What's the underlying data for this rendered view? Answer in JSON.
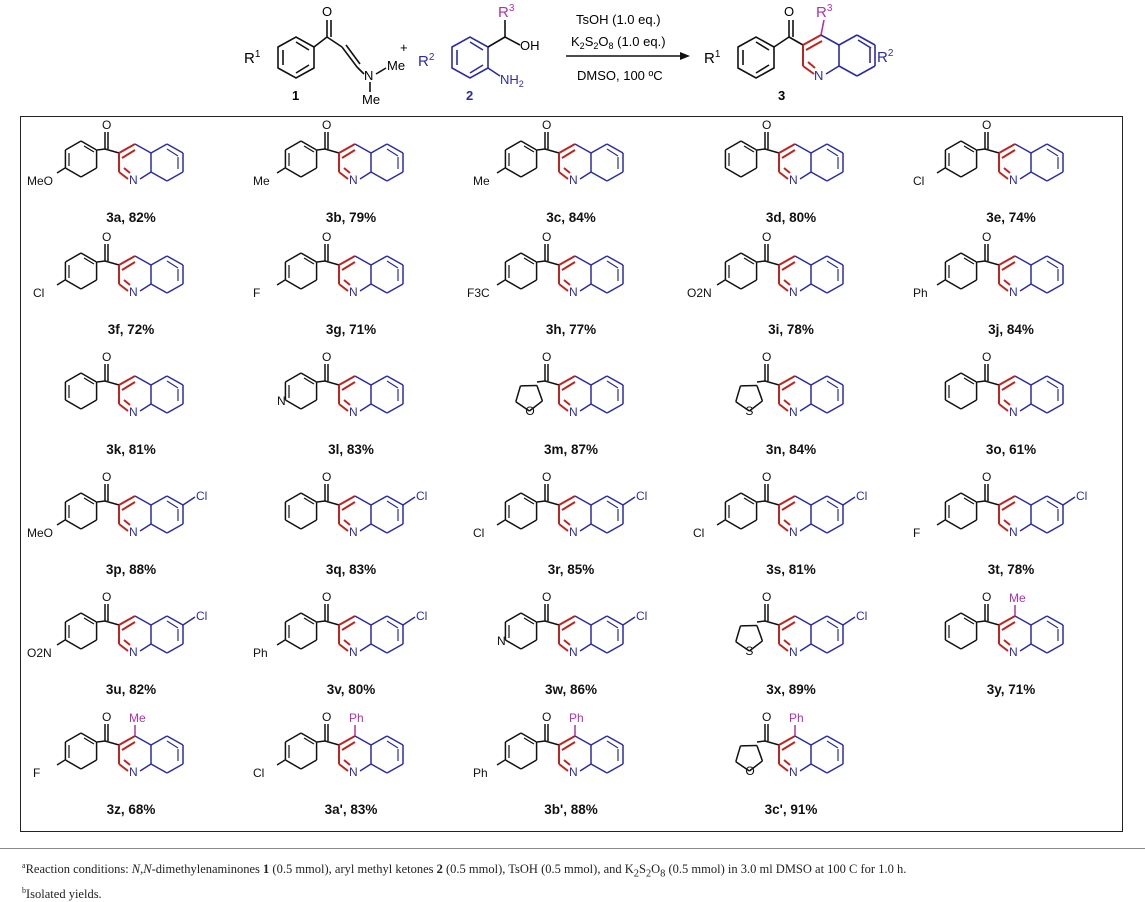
{
  "scheme": {
    "reagent1": "TsOH (1.0 eq.)",
    "reagent2_html": "K<sub>2</sub>S<sub>2</sub>O<sub>8</sub> (1.0 eq.)",
    "conditions": "DMSO, 100 ºC",
    "label1": "1",
    "label2": "2",
    "label3": "3",
    "plus": "+"
  },
  "colors": {
    "red": "#c0241f",
    "blue": "#2b2ba8",
    "magenta": "#b030b0",
    "black": "#111111"
  },
  "compounds": [
    {
      "id": "3a",
      "yield": ", 82%",
      "sub": "MeO"
    },
    {
      "id": "3b",
      "yield": ", 79%",
      "sub": "Me"
    },
    {
      "id": "3c",
      "yield": ", 84%",
      "sub": "Me"
    },
    {
      "id": "3d",
      "yield": ", 80%",
      "sub": ""
    },
    {
      "id": "3e",
      "yield": ", 74%",
      "sub": "Cl"
    },
    {
      "id": "3f",
      "yield": ", 72%",
      "sub": "Cl"
    },
    {
      "id": "3g",
      "yield": ", 71%",
      "sub": "F"
    },
    {
      "id": "3h",
      "yield": ", 77%",
      "sub": "F3C"
    },
    {
      "id": "3i",
      "yield": ", 78%",
      "sub": "O2N"
    },
    {
      "id": "3j",
      "yield": ", 84%",
      "sub": "Ph"
    },
    {
      "id": "3k",
      "yield": ", 81%",
      "sub": ""
    },
    {
      "id": "3l",
      "yield": ", 83%",
      "sub": "N"
    },
    {
      "id": "3m",
      "yield": ", 87%",
      "sub": "O"
    },
    {
      "id": "3n",
      "yield": ", 84%",
      "sub": "S"
    },
    {
      "id": "3o",
      "yield": ", 61%",
      "sub": ""
    },
    {
      "id": "3p",
      "yield": ", 88%",
      "sub": "MeO",
      "r2": "Cl"
    },
    {
      "id": "3q",
      "yield": ", 83%",
      "sub": "",
      "r2": "Cl"
    },
    {
      "id": "3r",
      "yield": ", 85%",
      "sub": "Cl",
      "r2": "Cl"
    },
    {
      "id": "3s",
      "yield": ", 81%",
      "sub": "Cl",
      "r2": "Cl"
    },
    {
      "id": "3t",
      "yield": ", 78%",
      "sub": "F",
      "r2": "Cl"
    },
    {
      "id": "3u",
      "yield": ", 82%",
      "sub": "O2N",
      "r2": "Cl"
    },
    {
      "id": "3v",
      "yield": ", 80%",
      "sub": "Ph",
      "r2": "Cl"
    },
    {
      "id": "3w",
      "yield": ", 86%",
      "sub": "N",
      "r2": "Cl"
    },
    {
      "id": "3x",
      "yield": ", 89%",
      "sub": "S",
      "r2": "Cl"
    },
    {
      "id": "3y",
      "yield": ", 71%",
      "sub": "",
      "r3": "Me"
    },
    {
      "id": "3z",
      "yield": ", 68%",
      "sub": "F",
      "r3": "Me"
    },
    {
      "id": "3a'",
      "yield": ", 83%",
      "sub": "Cl",
      "r3": "Ph"
    },
    {
      "id": "3b'",
      "yield": ", 88%",
      "sub": "Ph",
      "r3": "Ph"
    },
    {
      "id": "3c'",
      "yield": ", 91%",
      "sub": "O",
      "r3": "Ph"
    }
  ],
  "footnotes": {
    "a": "Reaction conditions: N,N-dimethylenaminones 1 (0.5 mmol), aryl methyl ketones 2 (0.5 mmol), TsOH (0.5 mmol), and K2S2O8 (0.5 mmol) in 3.0 ml DMSO at 100 C for 1.0 h.",
    "b": "Isolated yields."
  }
}
